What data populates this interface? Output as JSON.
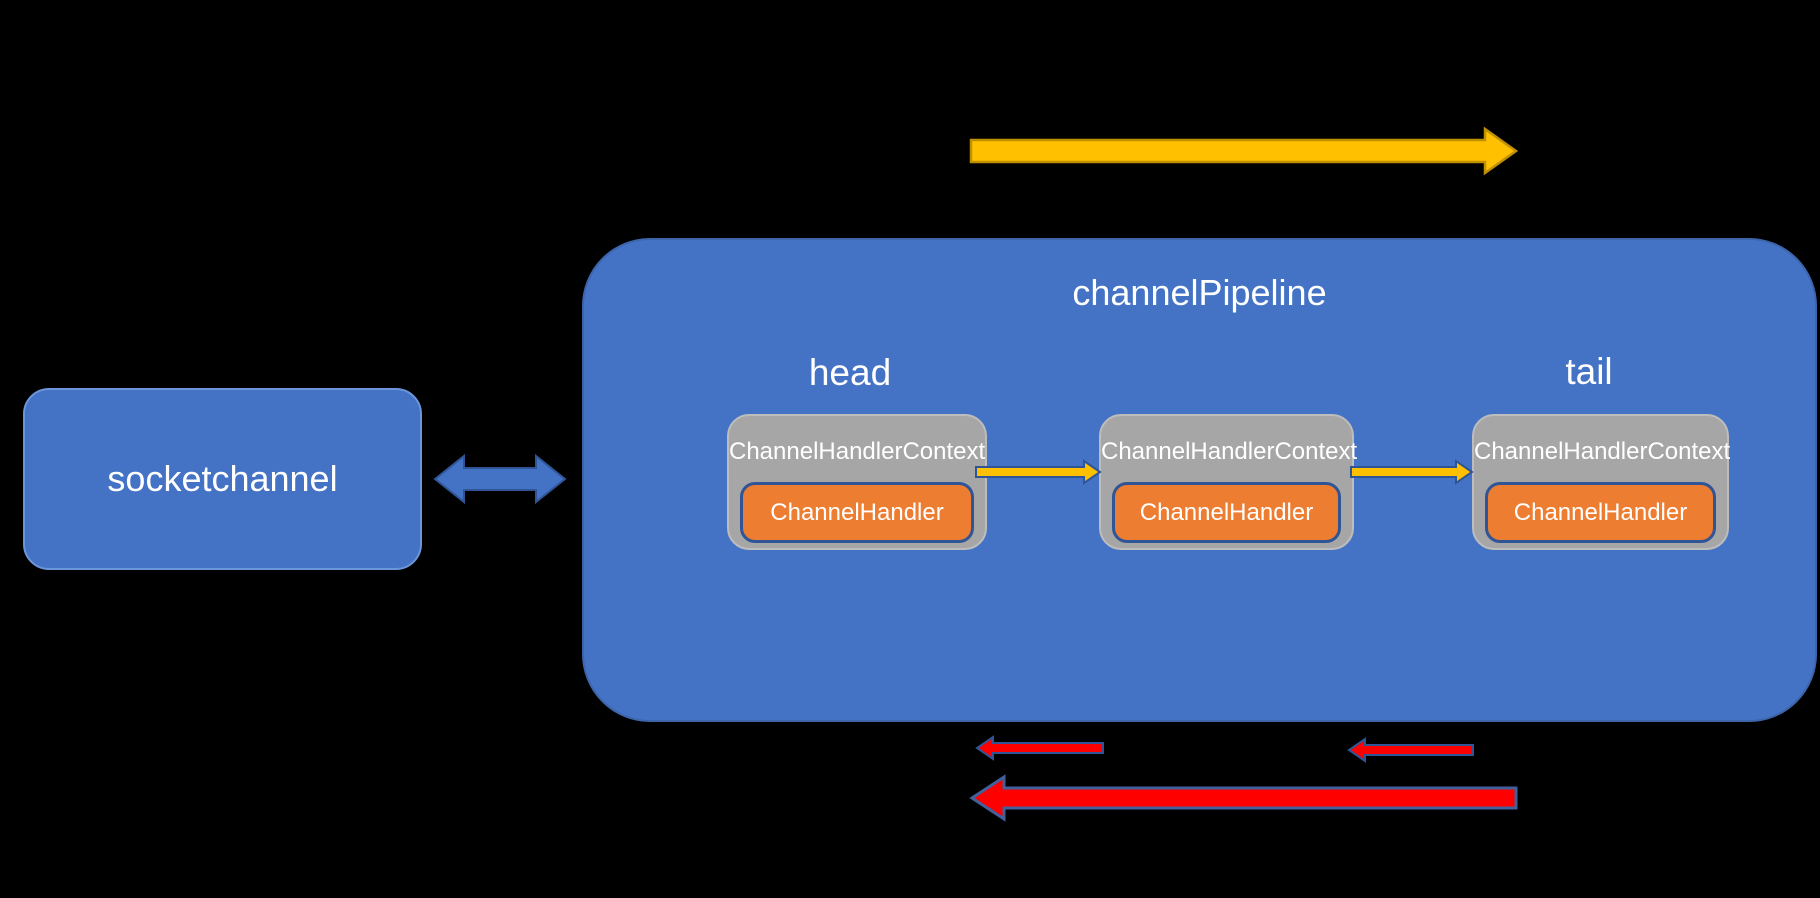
{
  "colors": {
    "background": "#000000",
    "box_blue": "#4472C4",
    "box_blue_border": "#6C96DA",
    "pipeline_border": "#3D65AC",
    "gray_fill": "#A6A6A6",
    "gray_border": "#BDBDBD",
    "orange_fill": "#ED7D31",
    "navy": "#2F5597",
    "yellow": "#FFC000",
    "yellow_dark": "#BF9000",
    "red": "#FF0000",
    "red_arrow_border": "#41619C",
    "text": "#FFFFFF"
  },
  "socket_box": {
    "label": "socketchannel"
  },
  "pipeline": {
    "title": "channelPipeline",
    "head_label": "head",
    "tail_label": "tail",
    "contexts": [
      {
        "title": "ChannelHandlerContext",
        "handler": "ChannelHandler"
      },
      {
        "title": "ChannelHandlerContext",
        "handler": "ChannelHandler"
      },
      {
        "title": "ChannelHandlerContext",
        "handler": "ChannelHandler"
      }
    ]
  },
  "icons": {
    "top_arrow": "yellow-right-arrow",
    "bottom_arrow": "red-left-arrow",
    "socket_link_arrow": "blue-double-headed-arrow",
    "context_forward_arrow": "small-yellow-right-arrow",
    "context_backward_arrow": "small-red-left-arrow"
  }
}
